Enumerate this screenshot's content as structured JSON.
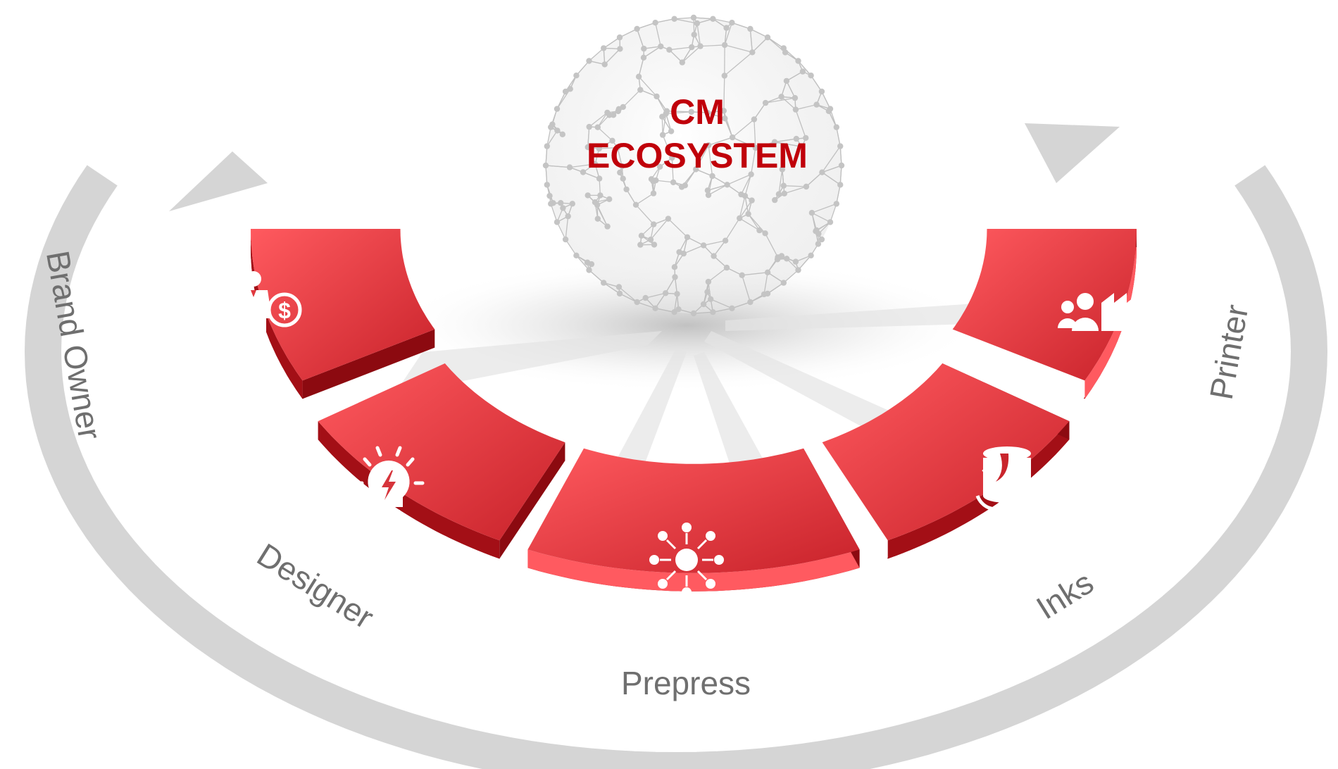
{
  "center": {
    "line1": "CM",
    "line2": "ECOSYSTEM"
  },
  "segments": [
    {
      "label": "Brand Owner",
      "icon": "businessman-dollar-icon"
    },
    {
      "label": "Designer",
      "icon": "lightbulb-icon"
    },
    {
      "label": "Prepress",
      "icon": "network-hub-icon"
    },
    {
      "label": "Inks",
      "icon": "paint-bucket-icon"
    },
    {
      "label": "Printer",
      "icon": "people-factory-icon"
    }
  ],
  "colors": {
    "segment_top": "#f24a50",
    "segment_side": "#a30f16",
    "accent_text": "#c0000a",
    "ring": "#d5d5d5",
    "label_text": "#6f6f6f"
  }
}
